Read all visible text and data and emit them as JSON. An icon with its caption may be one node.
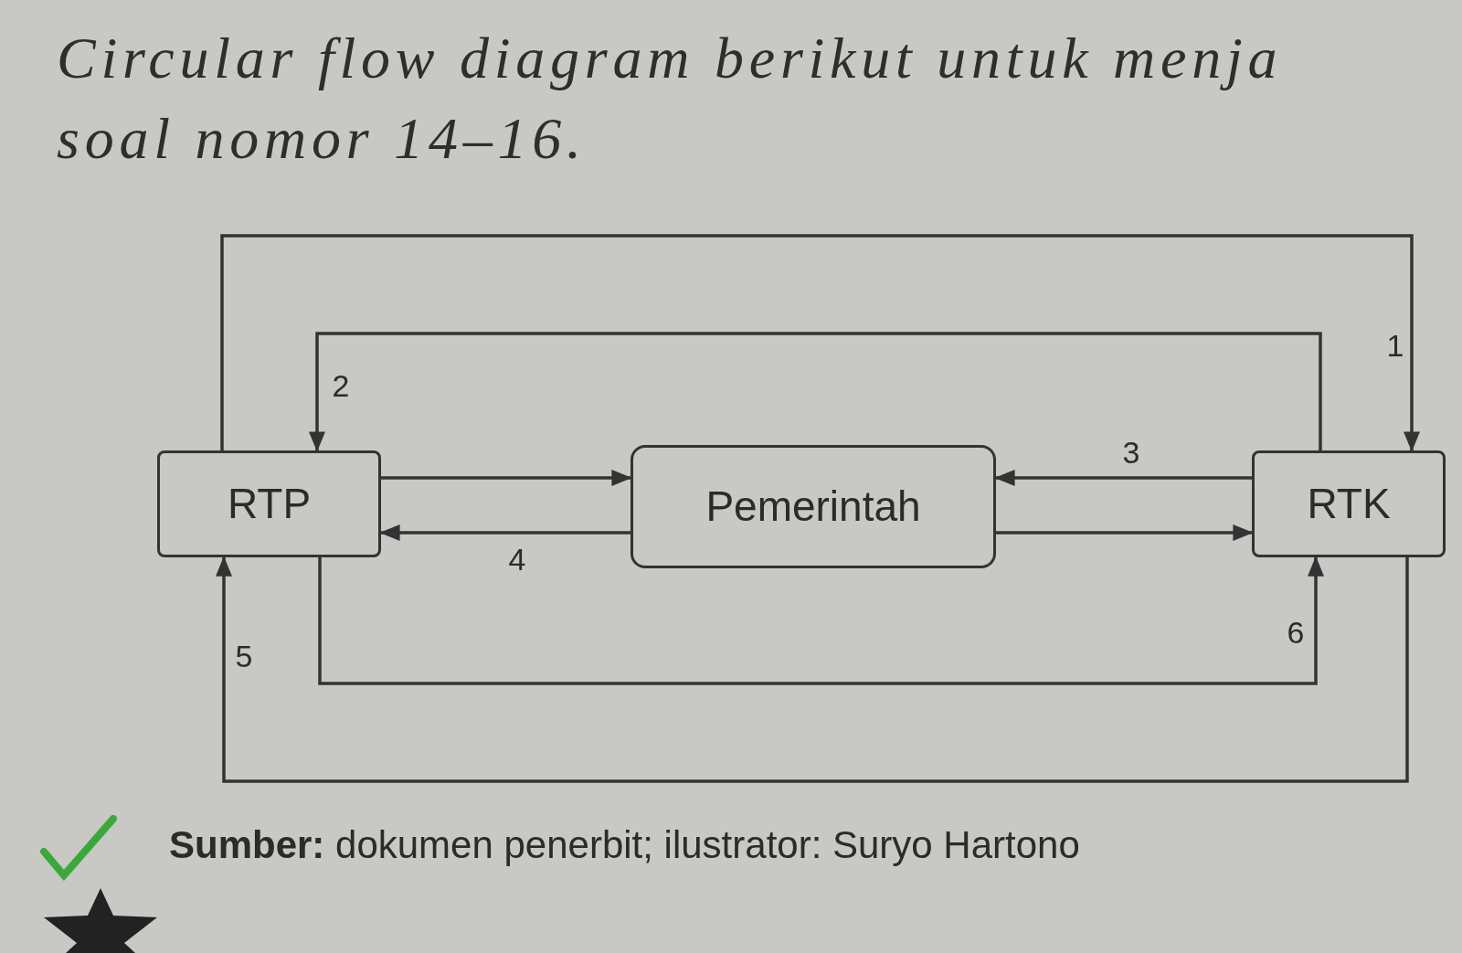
{
  "diagram": {
    "title": "Circular flow diagram berikut untuk menja soal nomor 14–16.",
    "caption": "**Sumber:** dokumen penerbit; ilustrator: Suryo Hartono",
    "nodes": [
      {
        "text": [
          "RTP"
        ]
      },
      {
        "text": [
          "Pemerintah"
        ]
      },
      {
        "text": [
          "RTK"
        ]
      }
    ],
    "edges": [
      {
        "from": 0,
        "to": 2,
        "arrow": "to",
        "label": "1"
      },
      {
        "from": 2,
        "to": 0,
        "arrow": "to",
        "label": "2"
      },
      {
        "from": 0,
        "to": 1,
        "arrow": "to"
      },
      {
        "from": 1,
        "to": 0,
        "arrow": "to",
        "label": "4"
      },
      {
        "from": 2,
        "to": 1,
        "arrow": "to",
        "label": "3"
      },
      {
        "from": 1,
        "to": 2,
        "arrow": "to"
      },
      {
        "from": 2,
        "to": 0,
        "arrow": "to",
        "label": "5"
      },
      {
        "from": 0,
        "to": 2,
        "arrow": "to",
        "label": "6"
      }
    ]
  }
}
